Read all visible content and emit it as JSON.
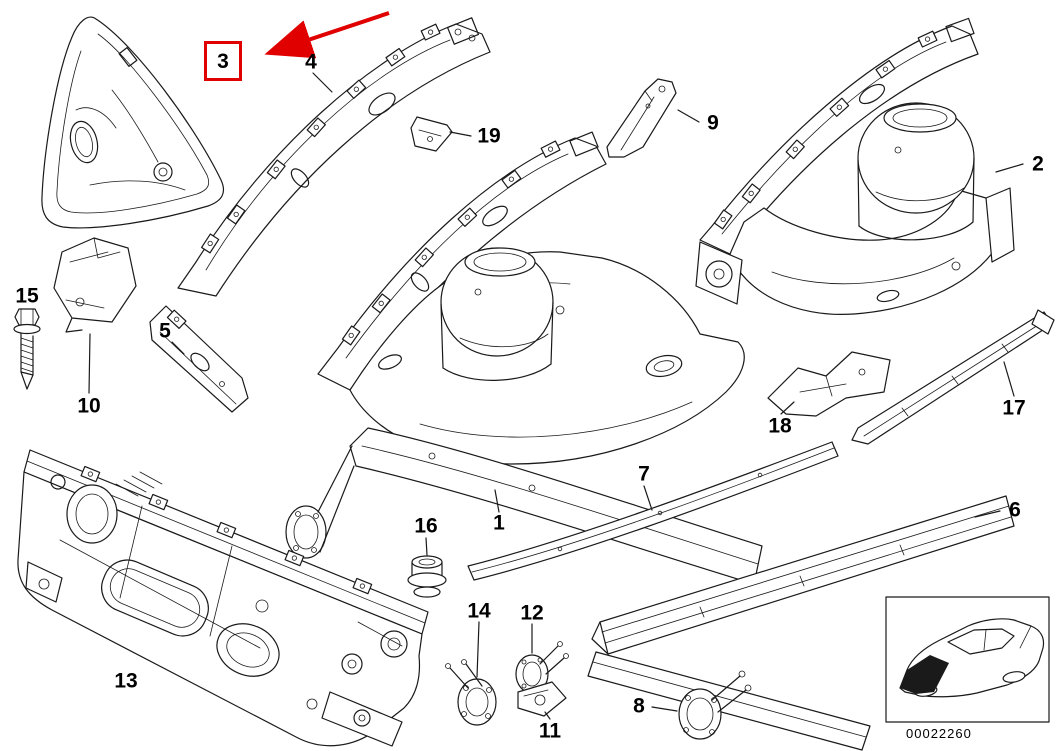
{
  "diagram": {
    "code": "00022260",
    "accent_color": "#e10000",
    "line_color": "#1a1a1a",
    "background": "#ffffff",
    "highlighted_part": "3"
  },
  "labels": [
    {
      "text": "3",
      "highlighted": true
    },
    {
      "text": "4",
      "highlighted": false
    },
    {
      "text": "19",
      "highlighted": false
    },
    {
      "text": "9",
      "highlighted": false
    },
    {
      "text": "2",
      "highlighted": false
    },
    {
      "text": "15",
      "highlighted": false
    },
    {
      "text": "5",
      "highlighted": false
    },
    {
      "text": "10",
      "highlighted": false
    },
    {
      "text": "18",
      "highlighted": false
    },
    {
      "text": "17",
      "highlighted": false
    },
    {
      "text": "7",
      "highlighted": false
    },
    {
      "text": "1",
      "highlighted": false
    },
    {
      "text": "16",
      "highlighted": false
    },
    {
      "text": "6",
      "highlighted": false
    },
    {
      "text": "13",
      "highlighted": false
    },
    {
      "text": "14",
      "highlighted": false
    },
    {
      "text": "12",
      "highlighted": false
    },
    {
      "text": "11",
      "highlighted": false
    },
    {
      "text": "8",
      "highlighted": false
    }
  ]
}
